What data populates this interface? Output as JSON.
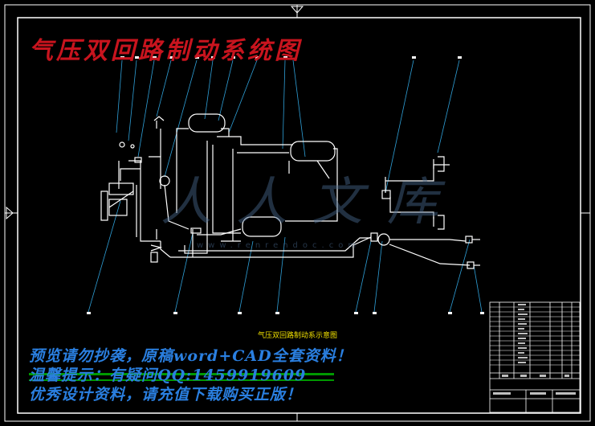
{
  "title": "气压双回路制动系统图",
  "caption": "气压双回路制动系示意图",
  "notices": {
    "line1": "预览请勿抄袭，原稿word+CAD全套资料！",
    "line2": "温馨提示：有疑问QQ:1459919609",
    "line3": "优秀设计资料，请充值下载购买正版！"
  },
  "watermark": {
    "text": "人人文库",
    "url": "www.renrendoc.com"
  },
  "colors": {
    "frame": "#ffffff",
    "title": "#c8141e",
    "notice": "#2a7fe0",
    "caption": "#f0e000",
    "leader": "#2fa0d8",
    "component": "#00c000"
  }
}
